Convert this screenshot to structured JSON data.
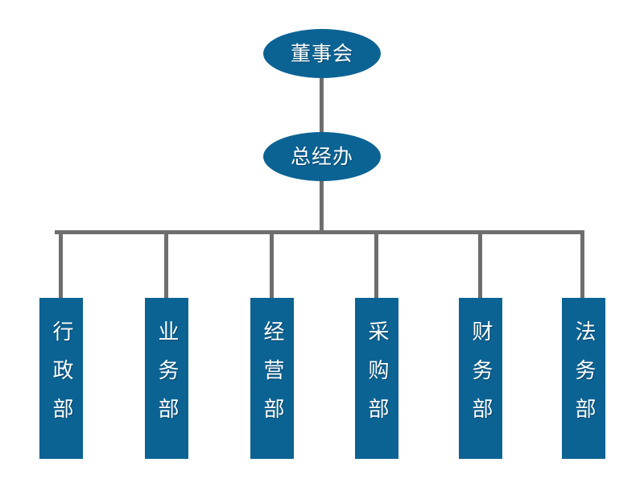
{
  "chart_data": {
    "type": "diagram",
    "diagram_type": "organization-chart",
    "title": "",
    "orientation": "top-down",
    "colors": {
      "node_fill": "#0b6394",
      "node_text": "#ffffff",
      "connector": "#6e6e6e",
      "background": "#ffffff"
    },
    "nodes": [
      {
        "id": "board",
        "label": "董事会",
        "shape": "ellipse",
        "level": 0
      },
      {
        "id": "gm",
        "label": "总经办",
        "shape": "ellipse",
        "level": 1
      },
      {
        "id": "admin",
        "label": "行政部",
        "shape": "rect",
        "level": 2
      },
      {
        "id": "biz",
        "label": "业务部",
        "shape": "rect",
        "level": 2
      },
      {
        "id": "ops",
        "label": "经营部",
        "shape": "rect",
        "level": 2
      },
      {
        "id": "buy",
        "label": "采购部",
        "shape": "rect",
        "level": 2
      },
      {
        "id": "finance",
        "label": "财务部",
        "shape": "rect",
        "level": 2
      },
      {
        "id": "legal",
        "label": "法务部",
        "shape": "rect",
        "level": 2
      }
    ],
    "edges": [
      {
        "from": "board",
        "to": "gm"
      },
      {
        "from": "gm",
        "to": "admin"
      },
      {
        "from": "gm",
        "to": "biz"
      },
      {
        "from": "gm",
        "to": "ops"
      },
      {
        "from": "gm",
        "to": "buy"
      },
      {
        "from": "gm",
        "to": "finance"
      },
      {
        "from": "gm",
        "to": "legal"
      }
    ]
  },
  "chart": {
    "root": {
      "label": "董事会"
    },
    "second": {
      "label": "总经办"
    },
    "departments": [
      {
        "label": "行政部"
      },
      {
        "label": "业务部"
      },
      {
        "label": "经营部"
      },
      {
        "label": "采购部"
      },
      {
        "label": "财务部"
      },
      {
        "label": "法务部"
      }
    ]
  }
}
